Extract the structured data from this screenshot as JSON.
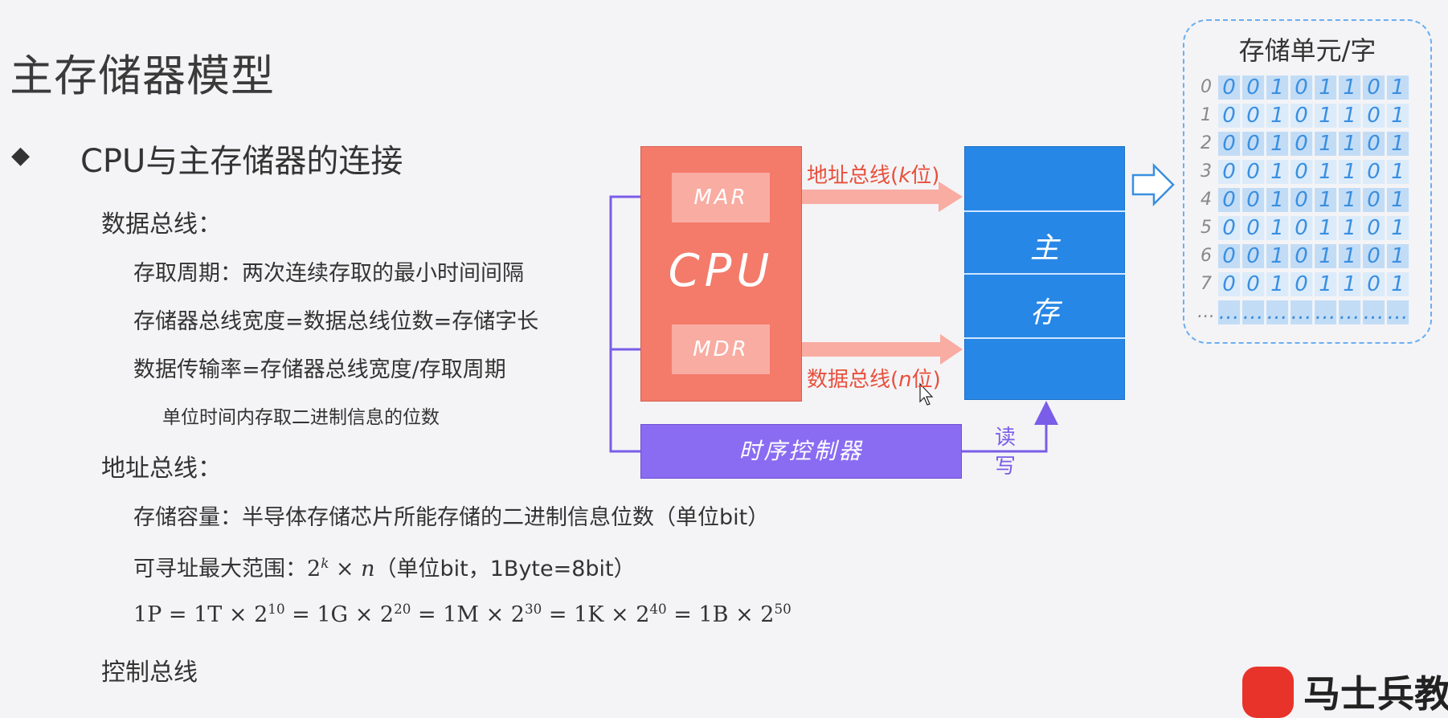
{
  "title": "主存储器模型",
  "section": {
    "bullet": "◆",
    "heading": "CPU与主存储器的连接",
    "data_bus": {
      "label": "数据总线：",
      "items": [
        "存取周期：两次连续存取的最小时间间隔",
        "存储器总线宽度=数据总线位数=存储字长",
        "数据传输率=存储器总线宽度/存取周期"
      ],
      "note": "单位时间内存取二进制信息的位数"
    },
    "address_bus": {
      "label": "地址总线：",
      "capacity": "存储容量：半导体存储芯片所能存储的二进制信息位数（单位bit）",
      "range_prefix": "可寻址最大范围：",
      "range_base": "2",
      "range_exp": "k",
      "range_times": " × ",
      "range_n": "n",
      "range_suffix": "（单位bit，1Byte=8bit）",
      "formula": [
        {
          "t": "1P = 1T × 2"
        },
        {
          "s": "10"
        },
        {
          "t": " = 1G × 2"
        },
        {
          "s": "20"
        },
        {
          "t": " = 1M × 2"
        },
        {
          "s": "30"
        },
        {
          "t": " = 1K × 2"
        },
        {
          "s": "40"
        },
        {
          "t": " = 1B × 2"
        },
        {
          "s": "50"
        }
      ]
    },
    "control_bus": {
      "label": "控制总线"
    }
  },
  "diagram": {
    "cpu_label": "CPU",
    "mar": "MAR",
    "mdr": "MDR",
    "addr_bus_prefix": "地址总线(",
    "addr_bus_var": "k",
    "addr_bus_suffix": "位)",
    "data_bus_prefix": "数据总线(",
    "data_bus_var": "n",
    "data_bus_suffix": "位)",
    "memory_chars": [
      "主",
      "存"
    ],
    "timing": "时序控制器",
    "rw": [
      "读",
      "写"
    ],
    "colors": {
      "cpu": "#f47a6a",
      "memory": "#2787e6",
      "timing": "#8a6cf2",
      "addr_arrow": "#f9aca2",
      "control": "#7a5de8"
    }
  },
  "storage_panel": {
    "title": "存储单元/字",
    "row_labels": [
      "0",
      "1",
      "2",
      "3",
      "4",
      "5",
      "6",
      "7",
      "…"
    ],
    "bits": [
      "0",
      "0",
      "1",
      "0",
      "1",
      "1",
      "0",
      "1"
    ],
    "ellipsis": "…"
  },
  "logo": {
    "text": "马士兵教"
  }
}
